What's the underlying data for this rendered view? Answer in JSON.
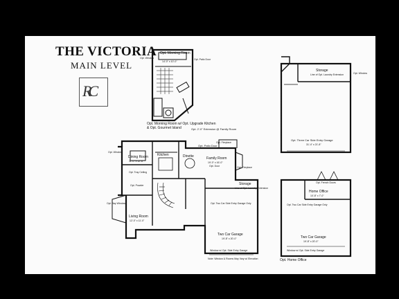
{
  "title": "THE VICTORIA",
  "subtitle": "MAIN LEVEL",
  "logo_monogram": "RC",
  "option_morning": {
    "top_label": "Opt. Morning Room",
    "dims": "14'-0\" x 10'-0\"",
    "caption_1": "Opt. Morning Room w/ Opt. Upgrade Kitchen",
    "caption_2": "& Opt. Gourmet Island",
    "patio_door": "Opt. Patio Door",
    "window": "Opt. Window"
  },
  "main_plan": {
    "dining_room": "Dining Room",
    "dining_dims": "11'-0\" x 12'-6\"",
    "tray_ceiling": "Opt. Tray Ceiling",
    "living_room": "Living Room",
    "living_dims": "12'-0\" x 11'-0\"",
    "bay_window": "Opt. Bay Window",
    "kitchen": "Kitchen",
    "dinette": "Dinette",
    "family_room": "Family Room",
    "family_dims": "19'-0\" x 16'-0\"",
    "fireplace": "Opt. Fireplace",
    "fireplace_2": "Opt. Fireplace",
    "extension": "Opt. 2'-0\" Extension @ Family Room",
    "patio_door": "Opt. Patio Door",
    "storage": "Storage",
    "storage_sub": "Line of Opt. Laundry Extension",
    "garage": "Two Car Garage",
    "garage_dims": "19'-8\" x 20'-0\"",
    "opt_two_car": "Opt. Two Car Side Entry Garage Only",
    "window_note": "Window w/ Opt. Side Entry Garage",
    "note": "Note: Window & Rooms May Vary w/ Elevation",
    "opt_window": "Opt. Window",
    "opt_powder": "Opt. Powder",
    "opt_door": "Opt. Door"
  },
  "three_car": {
    "storage": "Storage",
    "storage_sub": "Line of Opt. Laundry Extension",
    "garage": "Opt. Three Car Side Entry Garage",
    "garage_dims": "31'-4\" x 21'-8\"",
    "opt_window": "Opt. Window"
  },
  "home_office": {
    "home_office": "Home Office",
    "office_dims": "10'-8\" x 7'-0\"",
    "french_doors": "Opt. French Doors",
    "opt_two_car": "Opt. Two Car Side Entry Garage Only",
    "garage": "Two Car Garage",
    "garage_dims": "19'-8\" x 20'-0\"",
    "window_note": "Window w/ Opt. Side Entry Garage",
    "caption": "Opt. Home Office"
  }
}
